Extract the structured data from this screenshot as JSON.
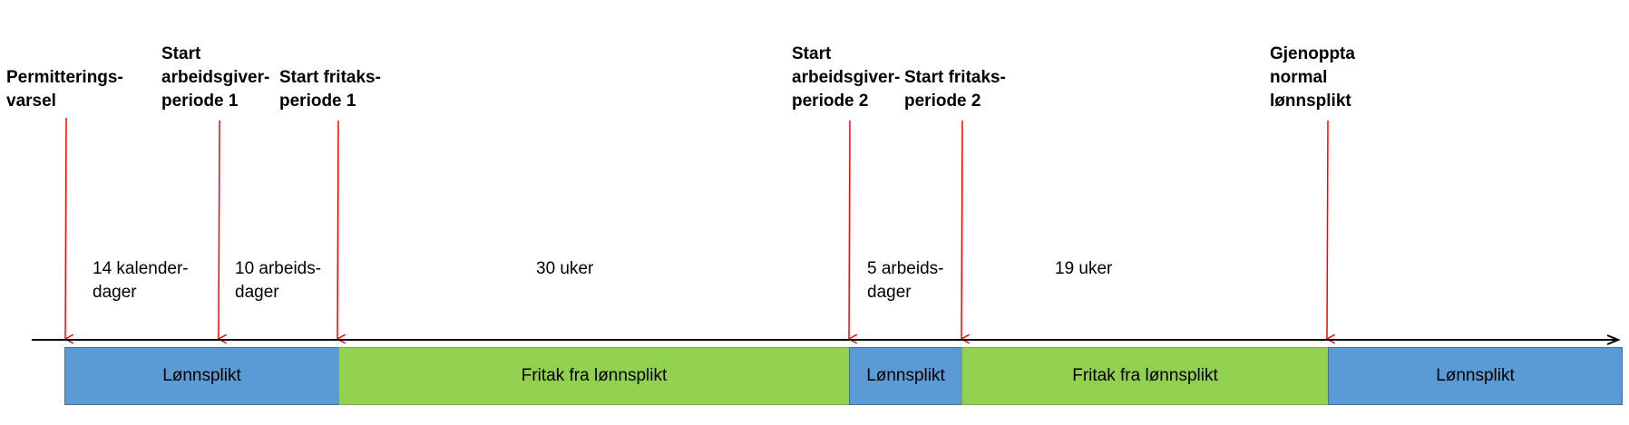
{
  "colors": {
    "lonnsplikt": "#5b9bd5",
    "fritak": "#92d050",
    "arrow": "#ff0000",
    "axis": "#000000"
  },
  "events": [
    {
      "id": "permitteringsvarsel",
      "label": "Permitterings-\nvarsel"
    },
    {
      "id": "start-agp-1",
      "label": "Start\narbeidsgiver-\nperiode 1"
    },
    {
      "id": "start-fritak-1",
      "label": "Start fritaks-\nperiode 1"
    },
    {
      "id": "start-agp-2",
      "label": "Start\narbeidsgiver-\nperiode 2"
    },
    {
      "id": "start-fritak-2",
      "label": "Start fritaks-\nperiode 2"
    },
    {
      "id": "gjenoppta",
      "label": "Gjenoppta\nnormal\nlønnsplikt"
    }
  ],
  "durations": [
    {
      "id": "d1",
      "label": "14 kalender-\ndager"
    },
    {
      "id": "d2",
      "label": "10 arbeids-\ndager"
    },
    {
      "id": "d3",
      "label": "30 uker"
    },
    {
      "id": "d4",
      "label": "5 arbeids-\ndager"
    },
    {
      "id": "d5",
      "label": "19 uker"
    }
  ],
  "segments": [
    {
      "id": "s1",
      "label": "Lønnsplikt",
      "kind": "lonnsplikt"
    },
    {
      "id": "s2",
      "label": "Fritak fra lønnsplikt",
      "kind": "fritak"
    },
    {
      "id": "s3",
      "label": "Lønnsplikt",
      "kind": "lonnsplikt"
    },
    {
      "id": "s4",
      "label": "Fritak fra lønnsplikt",
      "kind": "fritak"
    },
    {
      "id": "s5",
      "label": "Lønnsplikt",
      "kind": "lonnsplikt"
    }
  ]
}
